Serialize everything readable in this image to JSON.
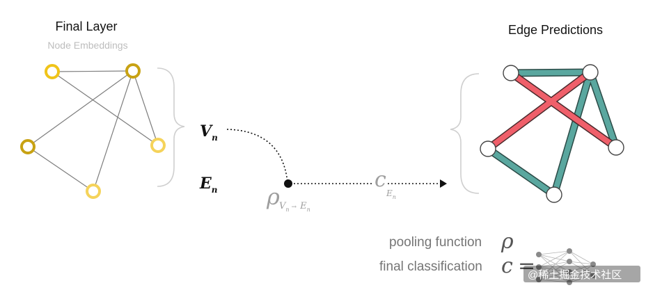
{
  "left_panel": {
    "title": "Final Layer",
    "subtitle": "Node Embeddings"
  },
  "right_panel": {
    "title": "Edge Predictions"
  },
  "math": {
    "v_main": "V",
    "v_sub": "n",
    "e_main": "E",
    "e_sub": "n",
    "rho": "ρ",
    "rho_sub_v": "V",
    "rho_sub_v_sub": "n",
    "rho_arrow": "→",
    "rho_sub_e": "E",
    "rho_sub_e_sub": "n",
    "c": "c",
    "c_sub": "E",
    "c_sub_sub": "n"
  },
  "legend": {
    "pooling_label": "pooling function",
    "pooling_symbol": "ρ",
    "classification_label": "final classification",
    "classification_symbol": "c",
    "equals": "="
  },
  "watermark": "@稀土掘金技术社区",
  "colors": {
    "node_gold_dark": "#c8a213",
    "node_gold": "#f0c419",
    "node_gold_light": "#f5d35a",
    "edge_red": "#ef5f6a",
    "edge_teal": "#5aa79f",
    "edge_grey": "#7d7d7d"
  }
}
